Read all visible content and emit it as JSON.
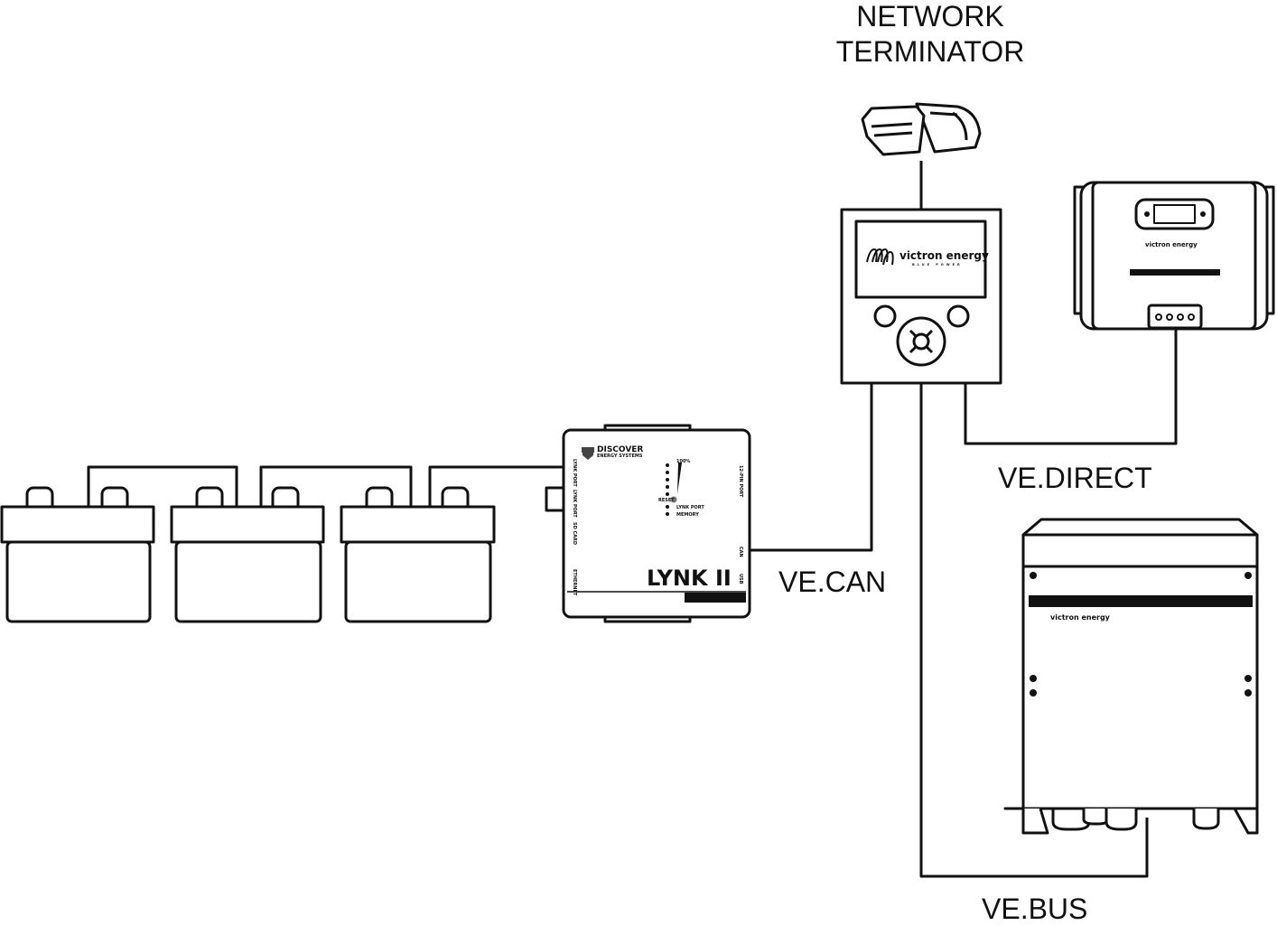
{
  "labels": {
    "network_terminator_line1": "NETWORK",
    "network_terminator_line2": "TERMINATOR",
    "ve_direct": "VE.DIRECT",
    "ve_can": "VE.CAN",
    "ve_bus": "VE.BUS"
  },
  "lynk": {
    "brand": "DISCOVER",
    "brand_sub": "ENERGY SYSTEMS",
    "model": "LYNK II",
    "ports_left": [
      "LYNK PORT",
      "LYNK PORT",
      "SD CARD",
      "ETHERNET"
    ],
    "ports_right": [
      "12-PIN PORT",
      "CAN",
      "USB"
    ],
    "led_100": "100%",
    "reset": "RESET",
    "led_lynk_port": "LYNK PORT",
    "led_memory": "MEMORY"
  },
  "victron": {
    "brand": "victron energy",
    "tagline": "BLUE POWER"
  },
  "colors": {
    "line": "#111111",
    "background": "#ffffff"
  }
}
